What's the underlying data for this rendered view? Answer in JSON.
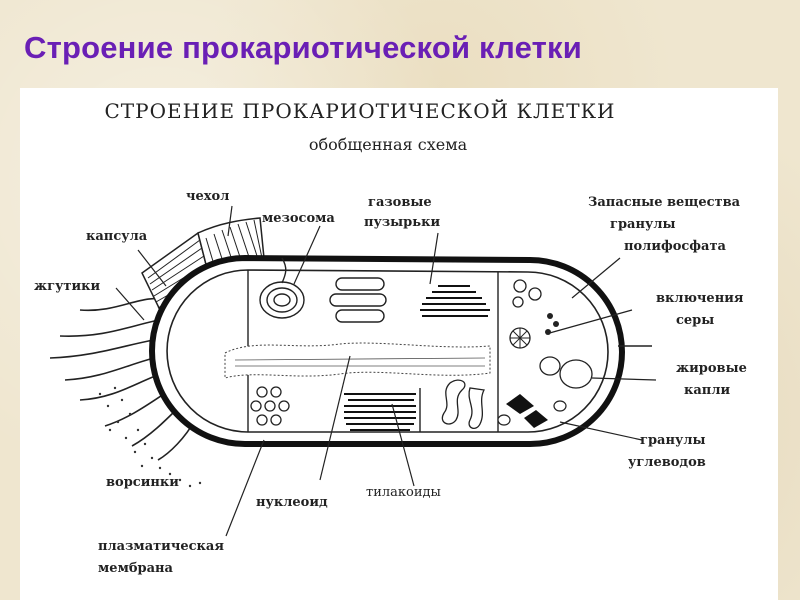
{
  "slide": {
    "title": "Строение прокариотической клетки"
  },
  "diagram": {
    "heading": "СТРОЕНИЕ ПРОКАРИОТИЧЕСКОЙ КЛЕТКИ",
    "subheading": "обобщенная схема",
    "labels": {
      "chehol": "чехол",
      "kapsula": "капсула",
      "zhgutiki": "жгутики",
      "mezosoma": "мезосома",
      "gazovye_1": "газовые",
      "gazovye_2": "пузырьки",
      "zapasnye": "Запасные вещества",
      "granuly_1": "гранулы",
      "granuly_2": "полифосфата",
      "vklyucheniya_1": "включения",
      "vklyucheniya_2": "серы",
      "zhirovye_1": "жировые",
      "zhirovye_2": "капли",
      "uglevody_1": "гранулы",
      "uglevody_2": "углеводов",
      "vorsinki": "ворсинки",
      "nukleoid": "нуклеоид",
      "tilakoidy": "тилакоиды",
      "membrana_1": "плазматическая",
      "membrana_2": "мембрана"
    },
    "colors": {
      "title": "#6a1fb5",
      "ink": "#1a1a1a",
      "panel": "#ffffff",
      "background": "#efe6cf"
    }
  }
}
